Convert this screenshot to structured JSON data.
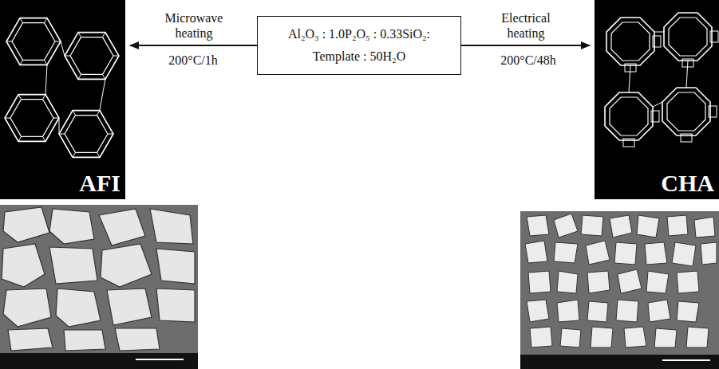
{
  "diagram": {
    "nodes": [
      {
        "text": [
          "Al₂O₃ : 1.0P₂O₅ : 0.33SiO₂:",
          "Template : 50H₂O"
        ]
      },
      {
        "text": [
          "AFI"
        ]
      },
      {
        "text": [
          "CHA"
        ]
      }
    ],
    "edges": [
      {
        "from": 0,
        "to": 1,
        "arrow": "to",
        "label": "Microwave heating"
      },
      {
        "from": 0,
        "to": 2,
        "arrow": "to",
        "label": "Electrical heating"
      }
    ],
    "labels": [
      "200°C/1h",
      "200°C/48h"
    ]
  }
}
